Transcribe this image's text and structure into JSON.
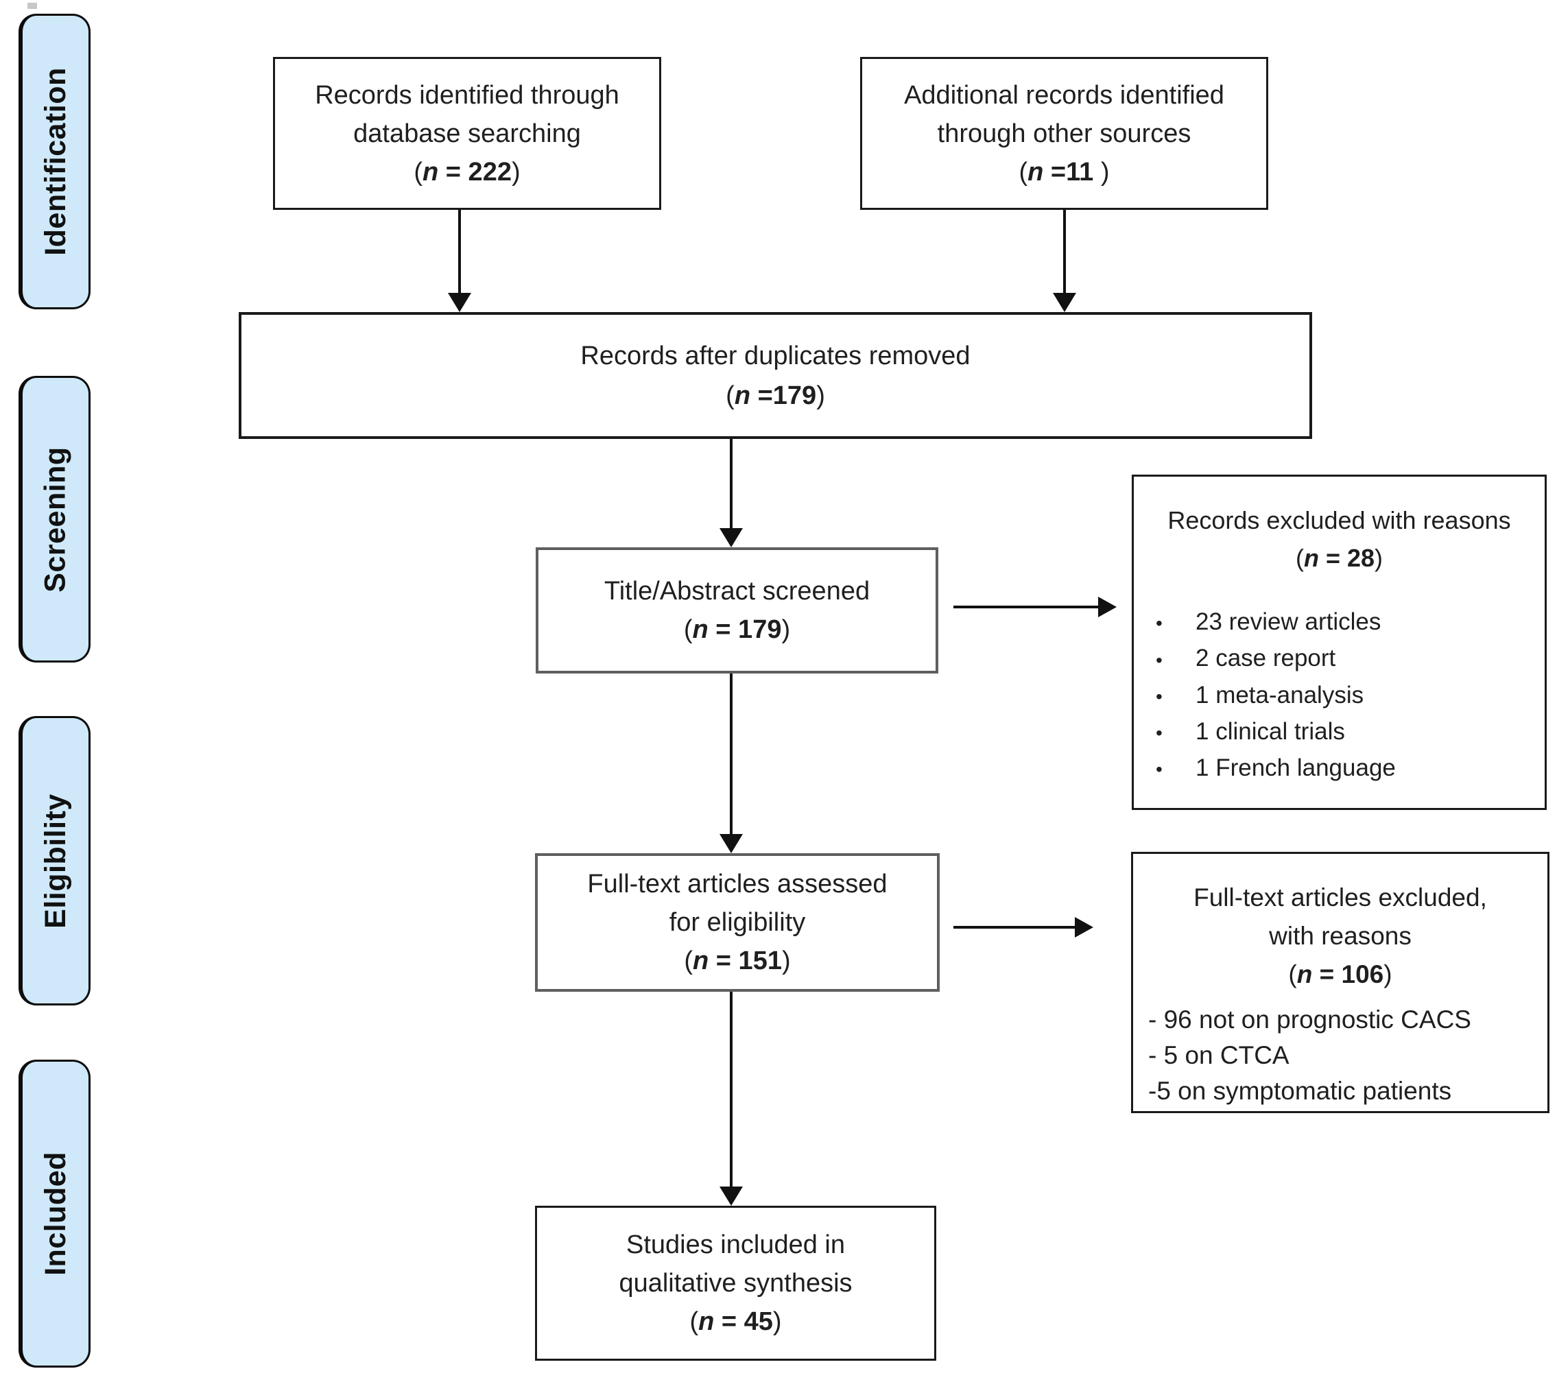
{
  "colors": {
    "stage_fill": "#cfe9fa",
    "arrow_line": "#111111",
    "box_border_dark": "#1a1a1a",
    "box_border_gray": "#5f5f5f"
  },
  "sidebar": {
    "stages": [
      "Identification",
      "Screening",
      "Eligibility",
      "Included"
    ]
  },
  "boxes": {
    "records_identified": {
      "lines": [
        "Records identified through",
        "database searching"
      ],
      "n": {
        "open": "(",
        "sym": "n",
        "val": " = 222",
        "close": ")"
      }
    },
    "additional_records": {
      "lines": [
        "Additional records identified",
        "through other sources"
      ],
      "n": {
        "open": "(",
        "sym": "n",
        "val": " =11",
        "close": " )"
      }
    },
    "duplicates_removed": {
      "lines": [
        "Records after duplicates removed"
      ],
      "n": {
        "open": "(",
        "sym": "n",
        "val": " =179",
        "close": ")"
      }
    },
    "title_abstract_screened": {
      "lines": [
        "Title/Abstract screened"
      ],
      "n": {
        "open": "(",
        "sym": "n",
        "val": " = 179",
        "close": ")"
      }
    },
    "records_excluded": {
      "lines": [
        "Records excluded with reasons"
      ],
      "n": {
        "open": "(",
        "sym": "n",
        "val": " = 28",
        "close": ")"
      },
      "bullet_char": "•",
      "bullets": [
        "23 review articles",
        "2 case report",
        "1 meta-analysis",
        "1 clinical trials",
        "1 French language"
      ]
    },
    "fulltext_assessed": {
      "lines": [
        "Full-text articles assessed",
        "for eligibility"
      ],
      "n": {
        "open": "(",
        "sym": "n",
        "val": " = 151",
        "close": ")"
      }
    },
    "fulltext_excluded": {
      "lines": [
        "Full-text articles excluded,",
        "with reasons"
      ],
      "n": {
        "open": "(",
        "sym": "n",
        "val": " = 106",
        "close": ")"
      },
      "reasons": [
        "- 96 not on prognostic CACS",
        "- 5 on CTCA",
        "-5 on symptomatic patients"
      ]
    },
    "studies_included": {
      "lines": [
        "Studies included in",
        "qualitative synthesis"
      ],
      "n": {
        "open": "(",
        "sym": "n",
        "val": " = 45",
        "close": ")"
      }
    }
  }
}
